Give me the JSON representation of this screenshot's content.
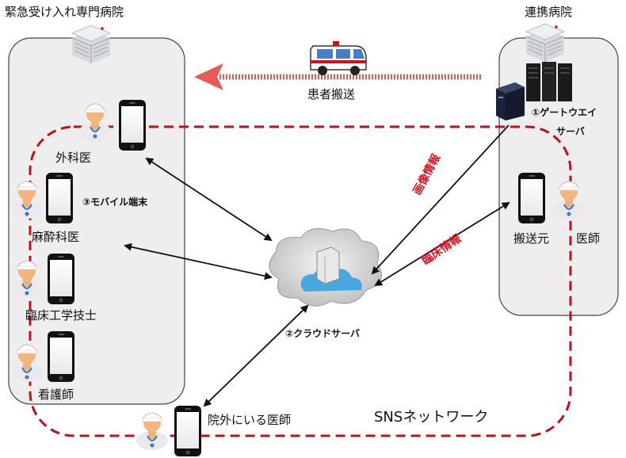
{
  "hospitals": {
    "emergency": "緊急受け入れ専門病院",
    "partner": "連携病院"
  },
  "transport_label": "患者搬送",
  "gateway": {
    "line1": "①ゲートウエイ",
    "line2": "サーバ"
  },
  "cloud_label": "②クラウドサーバ",
  "mobile_label": "③モバイル端末",
  "roles": {
    "surgeon": "外科医",
    "anesthesiologist": "麻酔科医",
    "clinical_engineer": "臨床工学技士",
    "nurse": "看護師",
    "outside_doctor": "院外にいる医師",
    "sender": "搬送元",
    "doctor": "医師"
  },
  "flows": {
    "image_info": "画像情報",
    "clinical_info": "臨床情報"
  },
  "network_label": "SNSネットワーク",
  "colors": {
    "network": "#c0101a",
    "transport_arrow": "#e85a5a",
    "flow_text": "#e01020"
  },
  "icons": [
    "building-icon",
    "ambulance-icon",
    "server-rack-icon",
    "gateway-server-icon",
    "cloud-server-icon",
    "smartphone-icon",
    "doctor-icon",
    "nurse-icon"
  ]
}
